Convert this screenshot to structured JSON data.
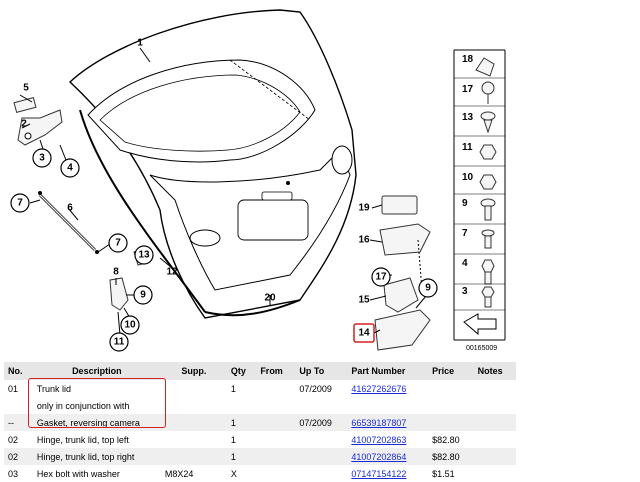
{
  "diagram": {
    "callouts": {
      "c1": "1",
      "c2": "2",
      "c3": "3",
      "c4": "4",
      "c5": "5",
      "c6": "6",
      "c7a": "7",
      "c7b": "7",
      "c8": "8",
      "c9a": "9",
      "c9b": "9",
      "c10": "10",
      "c11": "11",
      "c12": "12",
      "c13": "13",
      "c14": "14",
      "c15": "15",
      "c16": "16",
      "c17": "17",
      "c19": "19",
      "c20": "20"
    },
    "sidebar_labels": [
      "18",
      "17",
      "13",
      "11",
      "10",
      "9",
      "7",
      "4",
      "3"
    ],
    "ref_code": "00165009",
    "highlight_color": "#d32020"
  },
  "table": {
    "headers": {
      "no": "No.",
      "description": "Description",
      "supp": "Supp.",
      "qty": "Qty",
      "from": "From",
      "upto": "Up To",
      "part": "Part Number",
      "price": "Price",
      "notes": "Notes"
    },
    "rows": [
      {
        "no": "01",
        "description": "Trunk lid",
        "supp": "",
        "qty": "1",
        "from": "",
        "upto": "07/2009",
        "part": "41627262676",
        "price": "",
        "notes": ""
      },
      {
        "no": "",
        "description": "only in conjunction with",
        "supp": "",
        "qty": "",
        "from": "",
        "upto": "",
        "part": "",
        "price": "",
        "notes": ""
      },
      {
        "no": "--",
        "description": "Gasket, reversing camera",
        "supp": "",
        "qty": "1",
        "from": "",
        "upto": "07/2009",
        "part": "66539187807",
        "price": "",
        "notes": ""
      },
      {
        "no": "02",
        "description": "Hinge, trunk lid, top left",
        "supp": "",
        "qty": "1",
        "from": "",
        "upto": "",
        "part": "41007202863",
        "price": "$82.80",
        "notes": ""
      },
      {
        "no": "02",
        "description": "Hinge, trunk lid, top right",
        "supp": "",
        "qty": "1",
        "from": "",
        "upto": "",
        "part": "41007202864",
        "price": "$82.80",
        "notes": ""
      },
      {
        "no": "03",
        "description": "Hex bolt with washer",
        "supp": "M8X24",
        "qty": "X",
        "from": "",
        "upto": "",
        "part": "07147154122",
        "price": "$1.51",
        "notes": ""
      }
    ]
  }
}
